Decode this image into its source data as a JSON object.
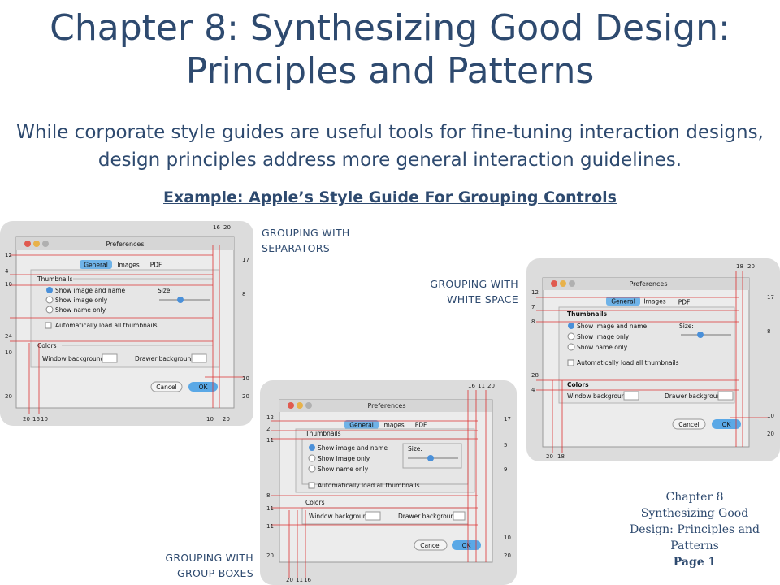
{
  "title_line1": "Chapter 8: Synthesizing Good Design:",
  "title_line2": "Principles and Patterns",
  "subtitle": "While corporate style guides are useful tools for fine-tuning interaction designs, design principles address more general interaction guidelines.",
  "example_heading": "Example: Apple’s Style Guide For Grouping Controls",
  "captions": {
    "separators": [
      "GROUPING WITH",
      "SEPARATORS"
    ],
    "white_space": [
      "GROUPING WITH",
      "WHITE SPACE"
    ],
    "group_boxes": [
      "GROUPING WITH",
      "GROUP BOXES"
    ]
  },
  "footer": [
    "Chapter 8",
    "Synthesizing Good",
    "Design: Principles and",
    "Patterns",
    "Page 1"
  ],
  "dialog": {
    "window_title": "Preferences",
    "tabs": [
      "General",
      "Images",
      "PDF"
    ],
    "thumbnails_label": "Thumbnails",
    "radio_options": [
      "Show image and name",
      "Show image only",
      "Show name only"
    ],
    "size_label": "Size:",
    "checkbox_label": "Automatically load all thumbnails",
    "colors_label": "Colors",
    "window_background": "Window background",
    "drawer_background": "Drawer background",
    "cancel": "Cancel",
    "ok": "OK"
  },
  "dims_separators": {
    "top": [
      "16",
      "20"
    ],
    "left": [
      "12",
      "4",
      "10",
      "24",
      "10",
      "20"
    ],
    "right": [
      "17",
      "8",
      "10",
      "20"
    ],
    "bottom": [
      "20",
      "16",
      "10",
      "10",
      "20"
    ]
  },
  "dims_white_space": {
    "top": [
      "18",
      "20"
    ],
    "left": [
      "12",
      "7",
      "8",
      "28",
      "4"
    ],
    "right": [
      "17",
      "8",
      "10",
      "20"
    ],
    "bottom": [
      "20",
      "18"
    ]
  },
  "dims_group_boxes": {
    "top": [
      "16",
      "11",
      "20"
    ],
    "left": [
      "12",
      "2",
      "11",
      "8",
      "11",
      "11",
      "20"
    ],
    "right": [
      "17",
      "5",
      "9",
      "10",
      "20"
    ],
    "bottom": [
      "20",
      "11",
      "16"
    ]
  }
}
